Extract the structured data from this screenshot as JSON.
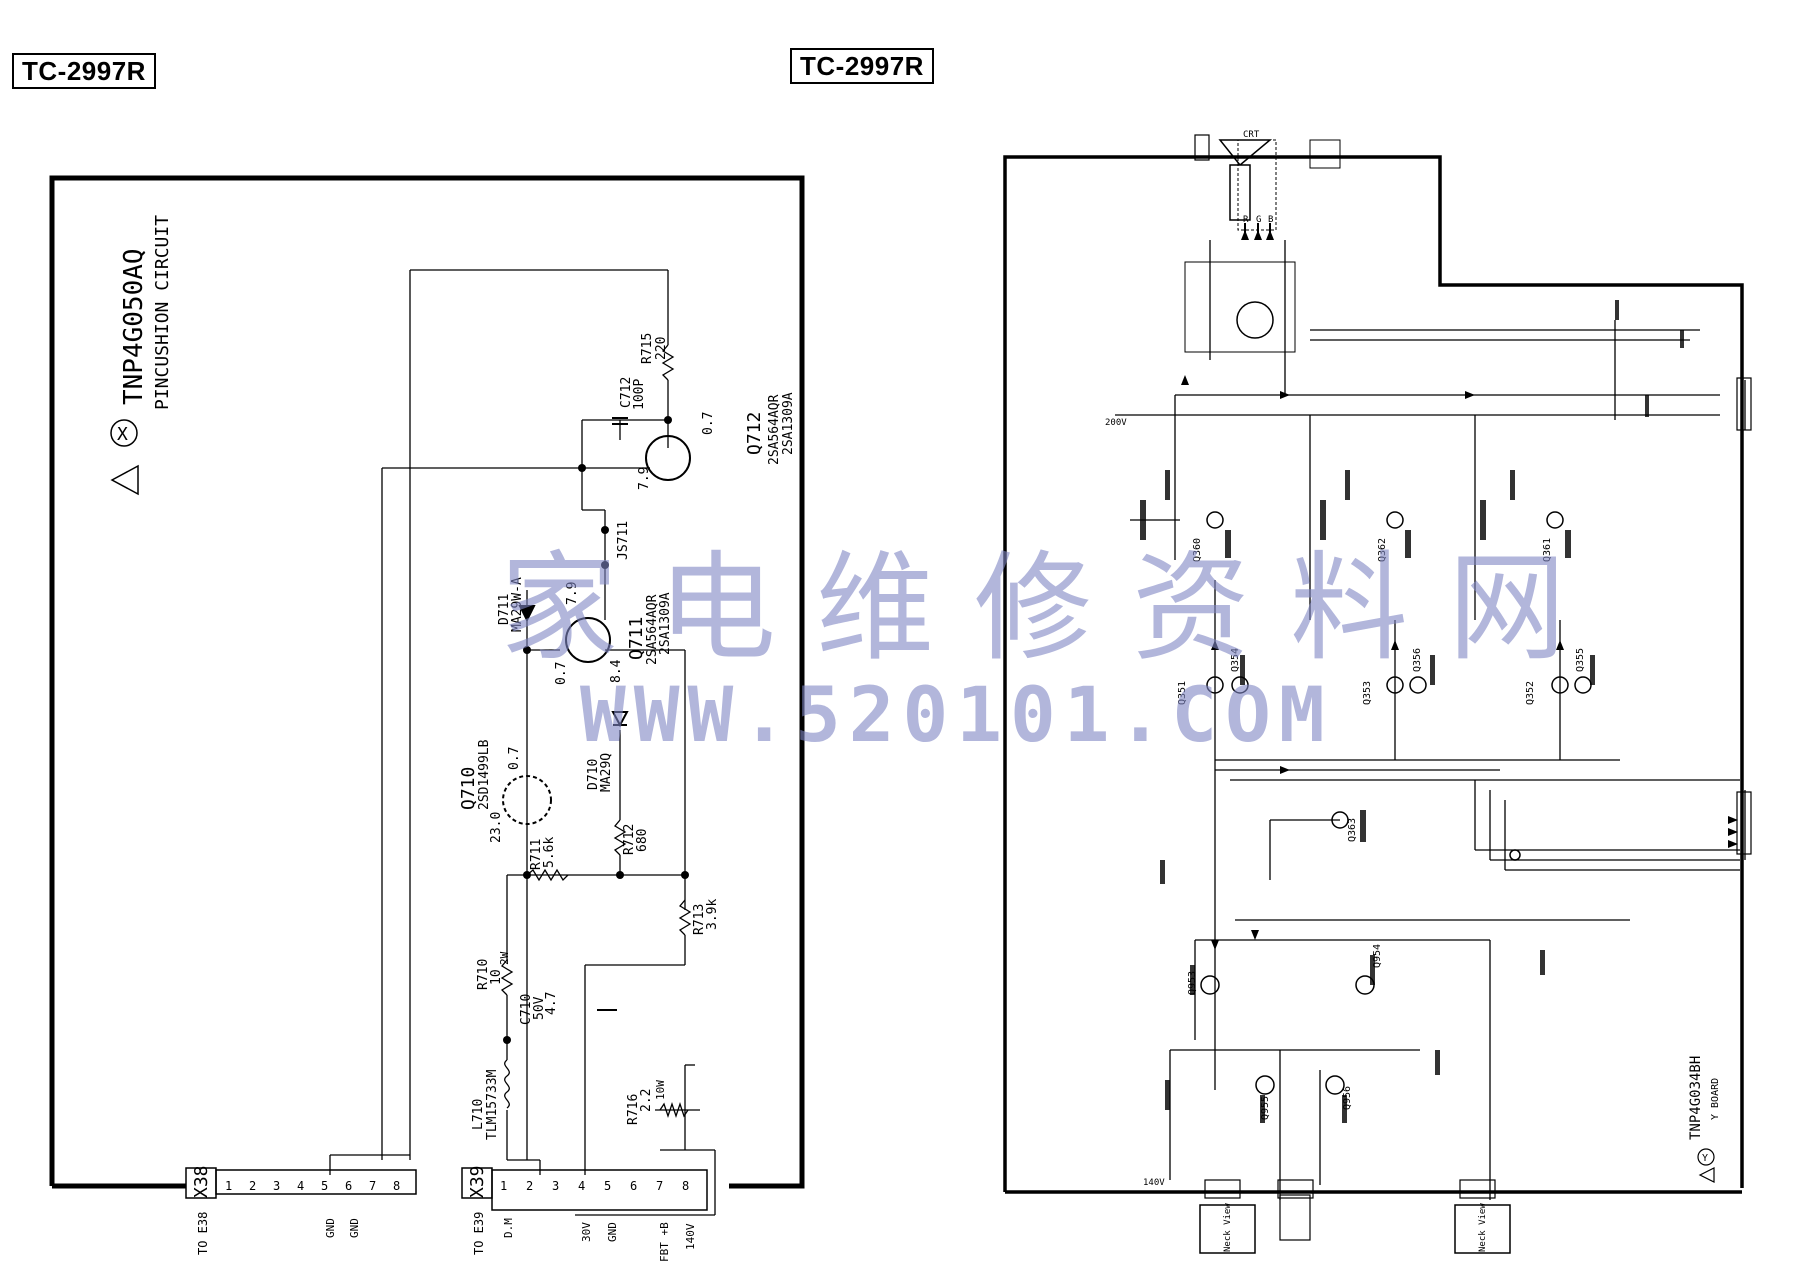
{
  "headers": {
    "left": "TC-2997R",
    "right": "TC-2997R"
  },
  "left_board": {
    "part": "TNP4G050AQ",
    "name": "PINCUSHION CIRCUIT",
    "symbol": "X"
  },
  "right_board": {
    "part": "TNP4G034BH",
    "name": "Y BOARD",
    "symbol": "Y"
  },
  "connectors": {
    "x38": {
      "label": "X38",
      "to": "TO E38",
      "pins": [
        "1",
        "2",
        "3",
        "4",
        "5",
        "6",
        "7",
        "8"
      ],
      "pin_labels": {
        "p5": "GND",
        "p6": "GND"
      }
    },
    "x39": {
      "label": "X39",
      "to": "TO E39",
      "pins": [
        "1",
        "2",
        "3",
        "4",
        "5",
        "6",
        "7",
        "8"
      ],
      "pin_labels": {
        "p1": "D.M",
        "p4": "30V",
        "p5": "GND",
        "p7": "FBT +B",
        "p8": "140V"
      }
    }
  },
  "components": {
    "q712": {
      "ref": "Q712",
      "type": "2SA564AQR",
      "alt": "2SA1309A",
      "v1": "0.7",
      "v2": "7.9"
    },
    "q711": {
      "ref": "Q711",
      "type": "2SA564AQR",
      "alt": "2SA1309A",
      "v1": "7.9",
      "v2": "0.7",
      "v3": "8.4"
    },
    "q710": {
      "ref": "Q710",
      "type": "2SD1499LB",
      "v1": "0.7",
      "v2": "23.0"
    },
    "r715": {
      "ref": "R715",
      "val": "220"
    },
    "c712": {
      "ref": "C712",
      "val": "100P"
    },
    "js711": {
      "ref": "JS711"
    },
    "d711": {
      "ref": "D711",
      "val": "MA29W-A"
    },
    "d710": {
      "ref": "D710",
      "val": "MA29Q"
    },
    "r712": {
      "ref": "R712",
      "val": "680"
    },
    "r711": {
      "ref": "R711",
      "val": "5.6k"
    },
    "r713": {
      "ref": "R713",
      "val": "3.9k"
    },
    "r710": {
      "ref": "R710",
      "val": "10",
      "w": "2W"
    },
    "c710": {
      "ref": "C710",
      "val": "50V",
      "val2": "4.7"
    },
    "l710": {
      "ref": "L710",
      "val": "TLM15733M"
    },
    "r716": {
      "ref": "R716",
      "val": "2.2",
      "w": "10W"
    }
  },
  "right_labels": {
    "crt": "CRT",
    "b200": "200V",
    "b140": "140V",
    "rgb": [
      "R",
      "G",
      "B"
    ],
    "q351": "Q351",
    "q352": "Q352",
    "q353": "Q353",
    "q354": "Q354",
    "q355": "Q355",
    "q356": "Q356",
    "q360": "Q360",
    "q361": "Q361",
    "q362": "Q362",
    "q363": "Q363",
    "q953": "Q953",
    "q954": "Q954",
    "q955": "Q955",
    "q956": "Q956",
    "neck1": "Neck View",
    "neck2": "Neck View"
  },
  "watermark": {
    "cn": "家电维修资料网",
    "url": "WWW.520101.COM"
  }
}
